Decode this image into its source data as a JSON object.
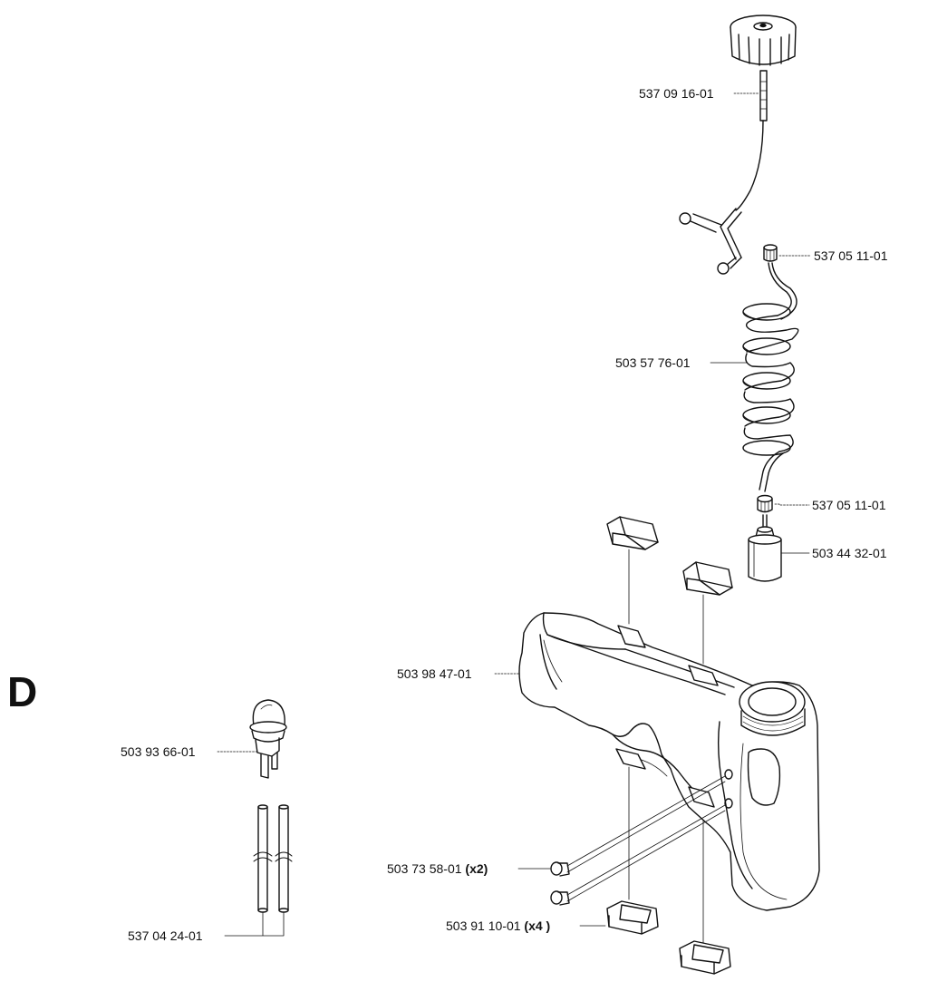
{
  "section_letter": "D",
  "labels": {
    "fuel_cap": "537 09 16-01",
    "grommet_top": "537 05 11-01",
    "coil_hose": "503 57 76-01",
    "grommet_bottom": "537 05 11-01",
    "filter": "503 44 32-01",
    "tank": "503 98 47-01",
    "primer": "503 93 66-01",
    "fuel_line": "537 04 24-01",
    "screw": "503 73 58-01",
    "screw_qty": "(x2)",
    "pad": "503 91 10-01",
    "pad_qty": "(x4 )"
  }
}
